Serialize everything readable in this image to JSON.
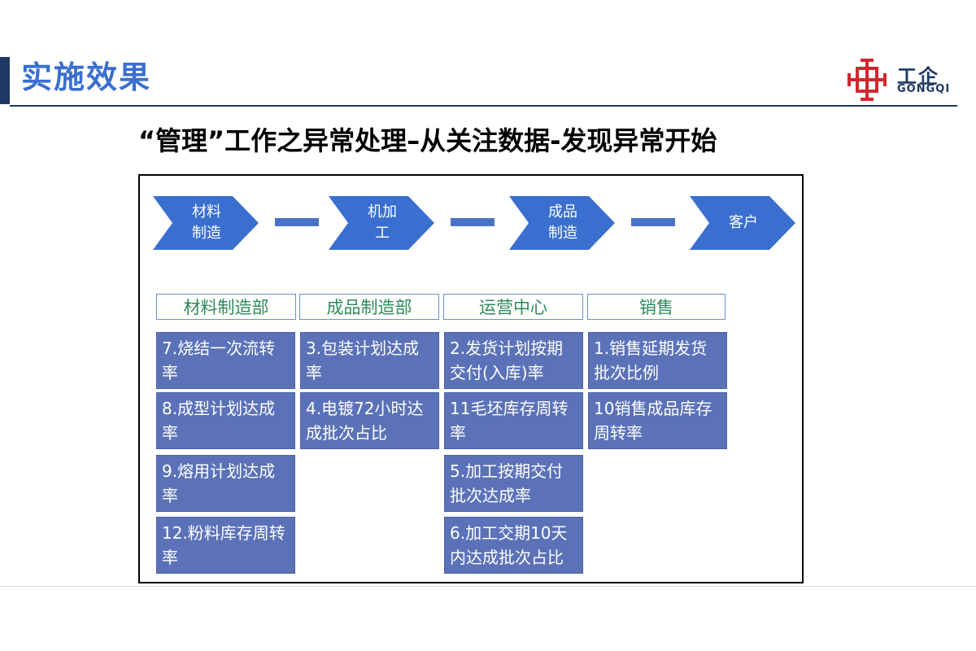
{
  "header": {
    "title": "实施效果"
  },
  "logo": {
    "name_cn": "工企",
    "name_en": "GONGQI"
  },
  "subtitle": "“管理”工作之异常处理–从关注数据-发现异常开始",
  "flow": [
    {
      "line1": "材料",
      "line2": "制造"
    },
    {
      "line1": "机加",
      "line2": "工"
    },
    {
      "line1": "成品",
      "line2": "制造"
    },
    {
      "line1": "客户",
      "line2": ""
    }
  ],
  "columns": [
    {
      "title": "材料制造部",
      "metrics": [
        "7.烧结一次流转率",
        "8.成型计划达成率",
        "9.熔用计划达成率",
        "12.粉料库存周转率"
      ]
    },
    {
      "title": "成品制造部",
      "metrics": [
        "3.包装计划达成率",
        "4.电镀72小时达成批次占比"
      ]
    },
    {
      "title": "运营中心",
      "metrics": [
        "2.发货计划按期交付(入库)率",
        "11毛坯库存周转率",
        "5.加工按期交付批次达成率",
        "6.加工交期10天内达成批次占比"
      ]
    },
    {
      "title": "销售",
      "metrics": [
        "1.销售延期发货批次比例",
        "10销售成品库存周转率"
      ]
    }
  ],
  "colors": {
    "accent": "#3a6fd0",
    "dark": "#1f3864",
    "box": "#5b72b8",
    "header_text": "#2e8a5b",
    "logo_red": "#d0282e"
  }
}
